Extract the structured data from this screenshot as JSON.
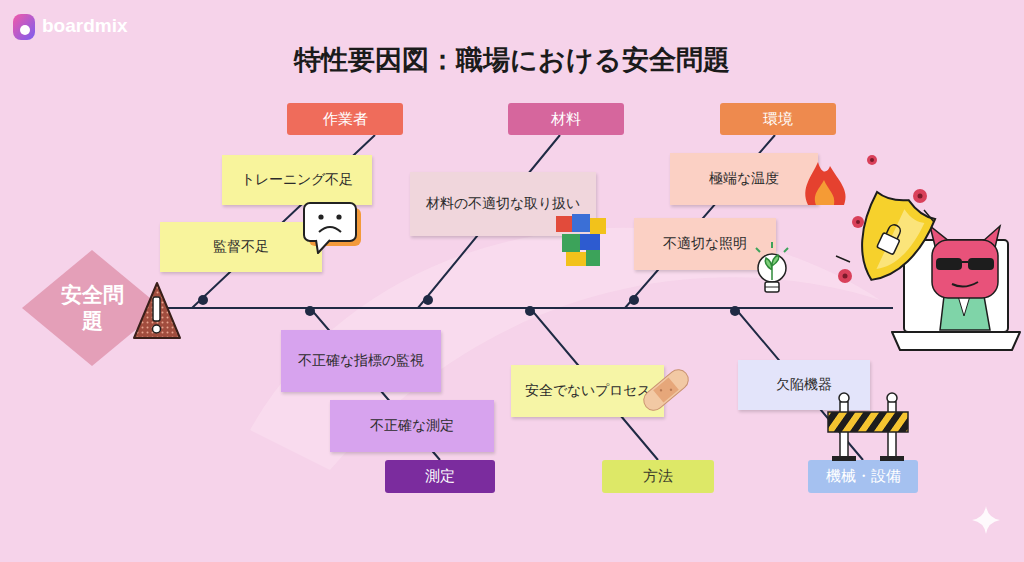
{
  "diagram": {
    "title": "特性要因図：職場における安全問題",
    "nodes": [
      {
        "text": [
          "安全問題"
        ]
      },
      {
        "text": [
          "作業者"
        ]
      },
      {
        "text": [
          "トレーニング不足"
        ]
      },
      {
        "text": [
          "監督不足"
        ]
      },
      {
        "text": [
          "材料"
        ]
      },
      {
        "text": [
          "材料の不適切な取り扱い"
        ]
      },
      {
        "text": [
          "環境"
        ]
      },
      {
        "text": [
          "極端な温度"
        ]
      },
      {
        "text": [
          "不適切な照明"
        ]
      },
      {
        "text": [
          "不正確な指標の監視"
        ]
      },
      {
        "text": [
          "不正確な測定"
        ]
      },
      {
        "text": [
          "測定"
        ]
      },
      {
        "text": [
          "安全でないプロセス"
        ]
      },
      {
        "text": [
          "方法"
        ]
      },
      {
        "text": [
          "欠陥機器"
        ]
      },
      {
        "text": [
          "機械・設備"
        ]
      }
    ],
    "edges": [
      {
        "from": 1,
        "to": 0,
        "arrow": "none"
      },
      {
        "from": 4,
        "to": 0,
        "arrow": "none"
      },
      {
        "from": 6,
        "to": 0,
        "arrow": "none"
      },
      {
        "from": 11,
        "to": 0,
        "arrow": "none"
      },
      {
        "from": 13,
        "to": 0,
        "arrow": "none"
      },
      {
        "from": 15,
        "to": 0,
        "arrow": "none"
      }
    ],
    "labels": [
      "boardmix"
    ]
  }
}
